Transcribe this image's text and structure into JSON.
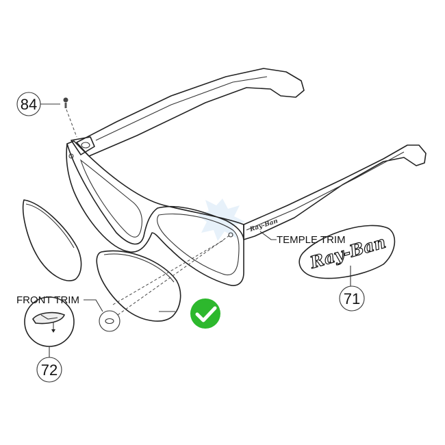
{
  "callouts": {
    "screw_part": "84",
    "temple_trim_part": "71",
    "front_trim_part": "72"
  },
  "labels": {
    "temple_trim": "TEMPLE TRIM",
    "front_trim": "FRONT TRIM"
  },
  "logo": {
    "brand_text": "Ray-Ban"
  },
  "badge": {
    "status": "check",
    "color": "#2db82d"
  },
  "colors": {
    "line": "#222222",
    "background": "#ffffff"
  }
}
